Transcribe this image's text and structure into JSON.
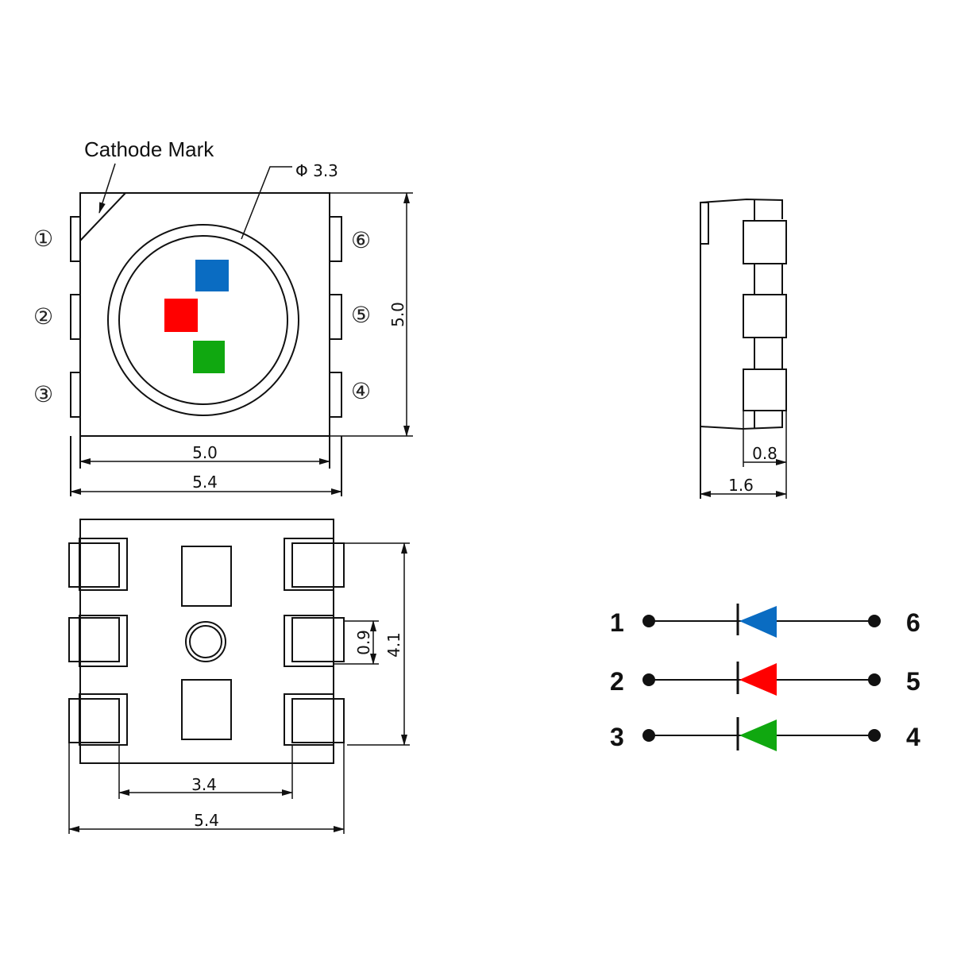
{
  "top_view": {
    "cathode_label": "Cathode Mark",
    "lens_diameter_label": "Φ 3.3",
    "pin_labels_left": [
      "①",
      "②",
      "③"
    ],
    "pin_labels_right": [
      "⑥",
      "⑤",
      "④"
    ],
    "height_dim": "5.0",
    "body_width_dim": "5.0",
    "overall_width_dim": "5.4",
    "die_colors": {
      "blue": "#0a6cc2",
      "red": "#ff0000",
      "green": "#10a810"
    }
  },
  "side_view": {
    "lead_dim": "0.8",
    "thickness_dim": "1.6"
  },
  "bottom_view": {
    "pad_height_dim": "0.9",
    "pad_span_dim": "4.1",
    "pad_pitch_dim": "3.4",
    "overall_width_dim": "5.4"
  },
  "schematic": {
    "rows": [
      {
        "left_pin": "1",
        "right_pin": "6",
        "color": "#0a6cc2",
        "name": "blue"
      },
      {
        "left_pin": "2",
        "right_pin": "5",
        "color": "#ff0000",
        "name": "red"
      },
      {
        "left_pin": "3",
        "right_pin": "4",
        "color": "#10a810",
        "name": "green"
      }
    ]
  }
}
